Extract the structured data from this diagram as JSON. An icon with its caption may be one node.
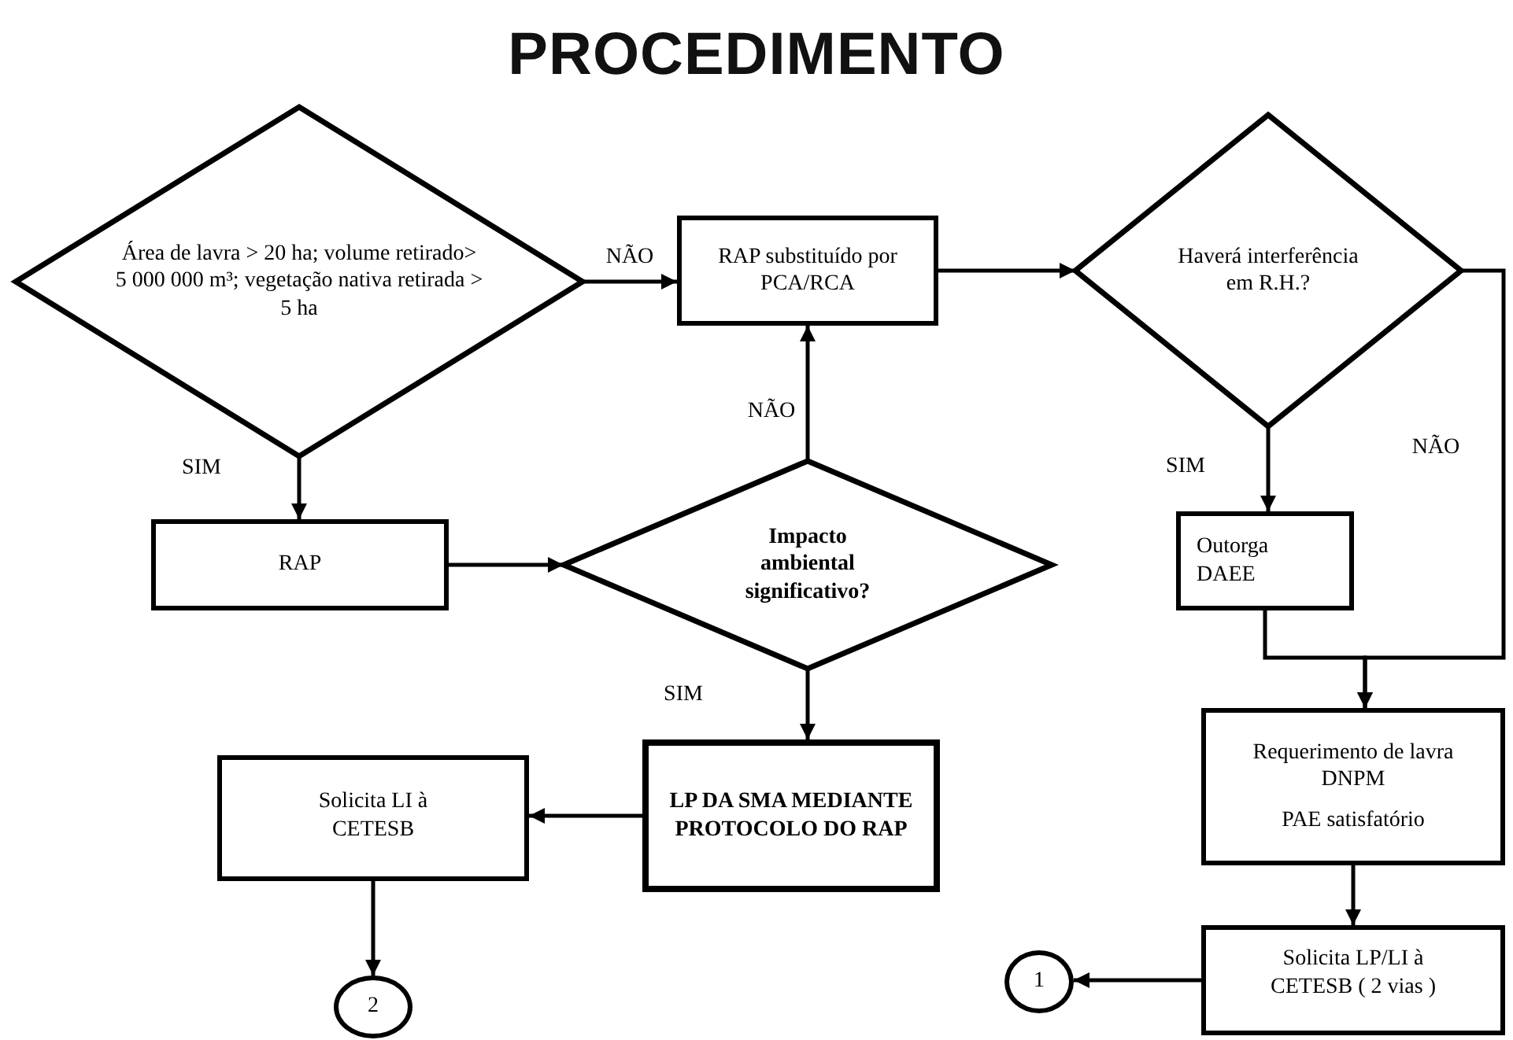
{
  "diagram": {
    "title": "PROCEDIMENTO",
    "nodes": [
      {
        "text": [
          "Área de lavra > 20 ha;  volume retirado> 5 000 000 m³; vegetação nativa retirada > 5 ha"
        ]
      },
      {
        "text": [
          "RAP substituído por PCA/RCA"
        ]
      },
      {
        "text": [
          "Haverá interferência em R.H.?"
        ]
      },
      {
        "text": [
          "RAP"
        ]
      },
      {
        "text": [
          "Impacto ambiental significativo?"
        ]
      },
      {
        "text": [
          "LP DA SMA MEDIANTE PROTOCOLO DO RAP"
        ]
      },
      {
        "text": [
          "Solicita LI à CETESB"
        ]
      },
      {
        "text": [
          "2"
        ]
      },
      {
        "text": [
          "Outorga DAEE"
        ]
      },
      {
        "text": [
          "Requerimento de lavra DNPM",
          "PAE satisfatório"
        ]
      },
      {
        "text": [
          "Solicita LP/LI à CETESB ( 2 vias )"
        ]
      },
      {
        "text": [
          "1"
        ]
      }
    ],
    "edges": [
      {
        "from": 0,
        "to": 1,
        "arrow": "to",
        "label": "NÃO"
      },
      {
        "from": 0,
        "to": 3,
        "arrow": "to",
        "label": "SIM"
      },
      {
        "from": 3,
        "to": 4,
        "arrow": "to"
      },
      {
        "from": 4,
        "to": 1,
        "arrow": "to",
        "label": "NÃO"
      },
      {
        "from": 4,
        "to": 5,
        "arrow": "to",
        "label": "SIM"
      },
      {
        "from": 5,
        "to": 6,
        "arrow": "to"
      },
      {
        "from": 6,
        "to": 7,
        "arrow": "to"
      },
      {
        "from": 1,
        "to": 2,
        "arrow": "to"
      },
      {
        "from": 2,
        "to": 8,
        "arrow": "to",
        "label": "SIM"
      },
      {
        "from": 2,
        "to": 9,
        "arrow": "to",
        "label": "NÃO"
      },
      {
        "from": 8,
        "to": 9,
        "arrow": "to"
      },
      {
        "from": 9,
        "to": 10,
        "arrow": "to"
      },
      {
        "from": 10,
        "to": 11,
        "arrow": "to"
      }
    ]
  }
}
